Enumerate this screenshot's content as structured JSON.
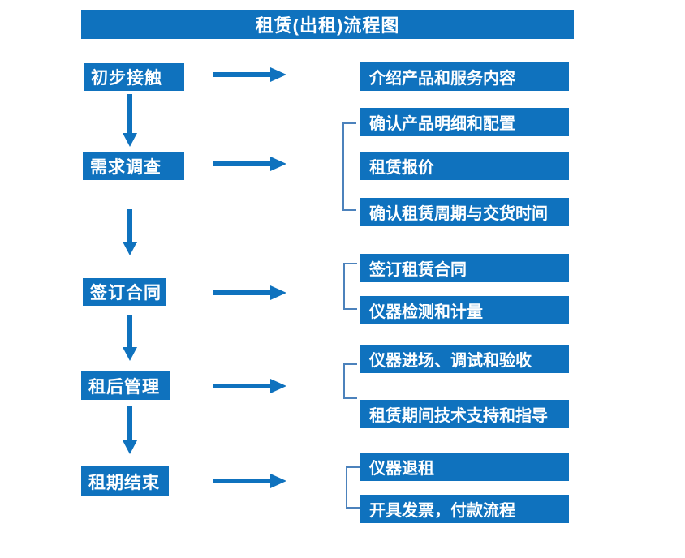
{
  "title": "租赁(出租)流程图",
  "colors": {
    "primary": "#0F72BE",
    "connector": "#4C82BC",
    "box_text": "#FFFFFF",
    "background": "#FFFFFF"
  },
  "steps": [
    {
      "label": "初步接触",
      "details": [
        "介绍产品和服务内容"
      ]
    },
    {
      "label": "需求调查",
      "details": [
        "确认产品明细和配置",
        "租赁报价",
        "确认租赁周期与交货时间"
      ]
    },
    {
      "label": "签订合同",
      "details": [
        "签订租赁合同",
        "仪器检测和计量"
      ]
    },
    {
      "label": "租后管理",
      "details": [
        "仪器进场、调试和验收",
        "租赁期间技术支持和指导"
      ]
    },
    {
      "label": "租期结束",
      "details": [
        "仪器退租",
        "开具发票，付款流程"
      ]
    }
  ]
}
